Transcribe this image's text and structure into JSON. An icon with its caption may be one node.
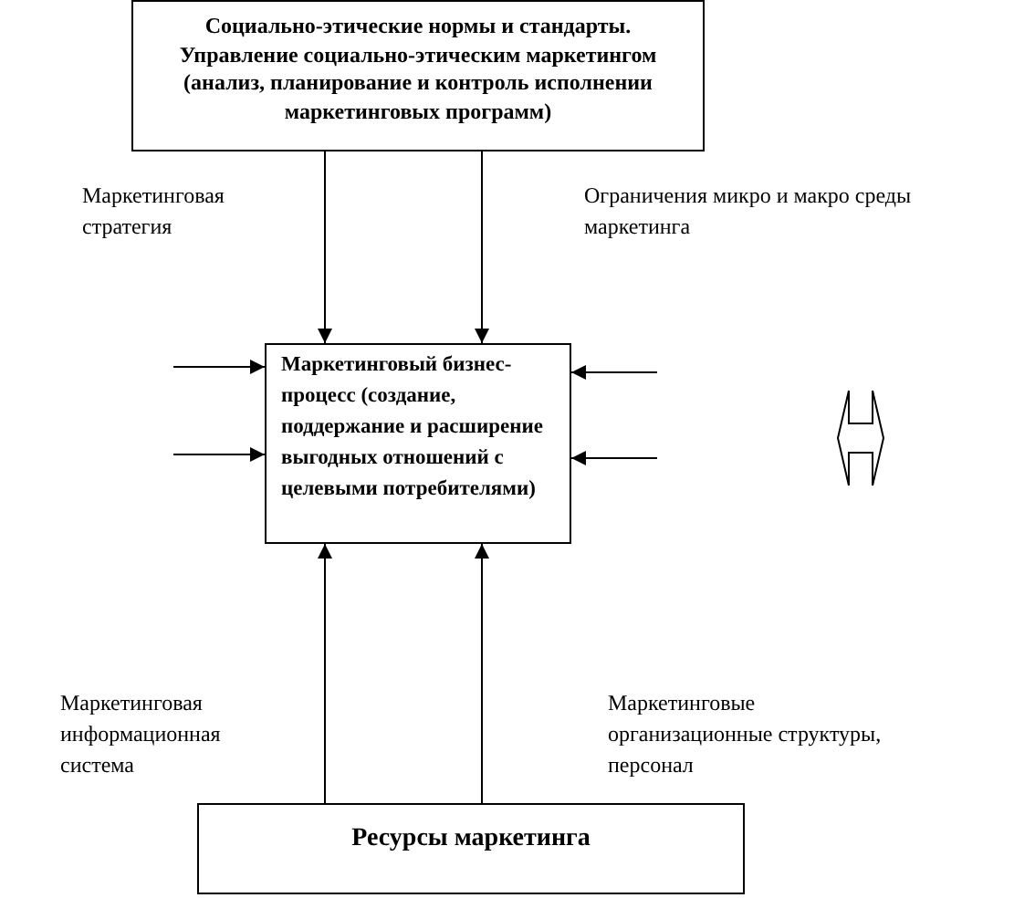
{
  "diagram": {
    "nodes": [
      {
        "text": [
          "Социально-этические нормы и стандарты. Управление социально-этическим маркетингом (анализ, планирование и контроль исполнении маркетинговых программ)"
        ]
      },
      {
        "text": [
          "Маркетинговый бизнес-процесс (создание, поддержание и расширение выгодных отношений с целевыми потребителями)"
        ]
      },
      {
        "text": [
          "Ресурсы маркетинга"
        ]
      }
    ],
    "edges": [
      {
        "from": 0,
        "to": 1,
        "arrow": "to"
      },
      {
        "from": 0,
        "to": 1,
        "arrow": "to"
      },
      {
        "from": null,
        "to": 1,
        "arrow": "to"
      },
      {
        "from": null,
        "to": 1,
        "arrow": "to"
      },
      {
        "from": null,
        "to": 1,
        "arrow": "to"
      },
      {
        "from": null,
        "to": 1,
        "arrow": "to"
      },
      {
        "from": 2,
        "to": 1,
        "arrow": "to"
      },
      {
        "from": 2,
        "to": 1,
        "arrow": "to"
      }
    ],
    "labels": [
      "Маркетинговая стратегия",
      "Ограничения микро и макро среды  маркетинга",
      "Маркетинговая информационная система",
      "Маркетинговые организационные структуры, персонал"
    ]
  }
}
